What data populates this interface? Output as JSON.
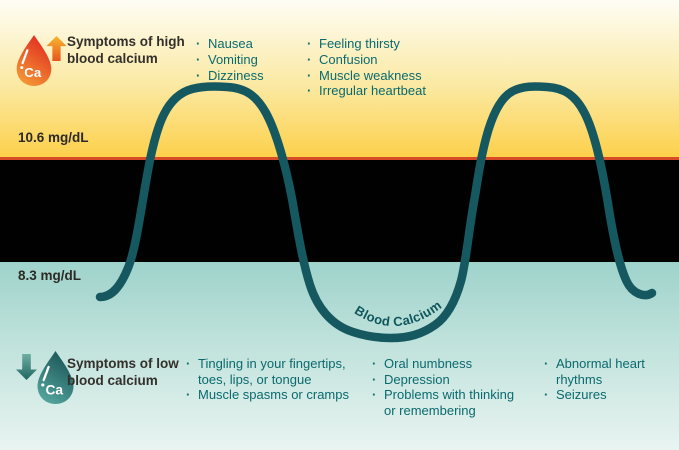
{
  "ui": {
    "bullet": "·"
  },
  "thresholds": {
    "high_label": "10.6 mg/dL",
    "low_label": "8.3 mg/dL"
  },
  "curve": {
    "label": "Blood Calcium",
    "color": "#15585f"
  },
  "bands": {
    "high_color_top": "#fefdf5",
    "high_color_bottom": "#fcd04b",
    "divider_color": "#d94a26",
    "normal_color": "#010101",
    "low_color_top": "#9ed3cb",
    "low_color_bottom": "#e9f4f1"
  },
  "high_section": {
    "droplet_label": "Ca",
    "title_line1": "Symptoms of high",
    "title_line2": "blood calcium",
    "columns": [
      [
        "Nausea",
        "Vomiting",
        "Dizziness"
      ],
      [
        "Feeling thirsty",
        "Confusion",
        "Muscle weakness",
        "Irregular heartbeat"
      ]
    ]
  },
  "low_section": {
    "droplet_label": "Ca",
    "title_line1": "Symptoms of low",
    "title_line2": "blood calcium",
    "columns": [
      [
        "Tingling in your fingertips, toes, lips, or tongue",
        "Muscle spasms or cramps"
      ],
      [
        "Oral numbness",
        "Depression",
        "Problems with thinking or remembering"
      ],
      [
        "Abnormal heart rhythms",
        "Seizures"
      ]
    ]
  },
  "text_colors": {
    "heading": "#33302b",
    "bullet_text": "#0a6a6e",
    "threshold": "#2c2a25",
    "droplet_red": "#e02b20",
    "arrow_orange": "#f0862c",
    "droplet_teal": "#1a5356",
    "arrow_teal": "#3d948d"
  }
}
